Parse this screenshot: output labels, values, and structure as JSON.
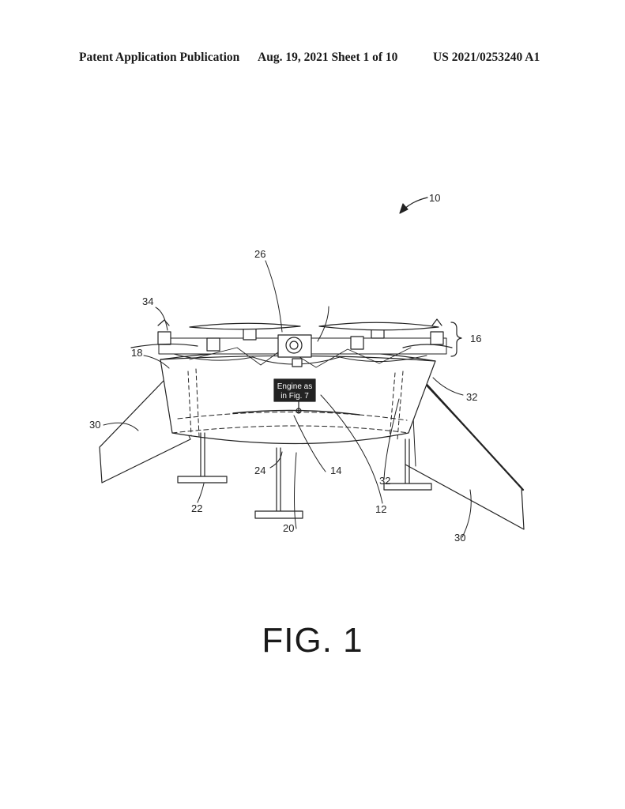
{
  "header": {
    "left": "Patent Application Publication",
    "middle": "Aug. 19, 2021  Sheet 1 of 10",
    "right": "US 2021/0253240 A1"
  },
  "figure": {
    "label": "FIG. 1",
    "engine_label_line1": "Engine as",
    "engine_label_line2": "in Fig. 7",
    "refs": {
      "r10": "10",
      "r26": "26",
      "r34": "34",
      "r16": "16",
      "r18": "18",
      "r32a": "32",
      "r30a": "30",
      "r32b": "32",
      "r14": "14",
      "r24": "24",
      "r12": "12",
      "r22": "22",
      "r20": "20",
      "r30b": "30"
    }
  }
}
